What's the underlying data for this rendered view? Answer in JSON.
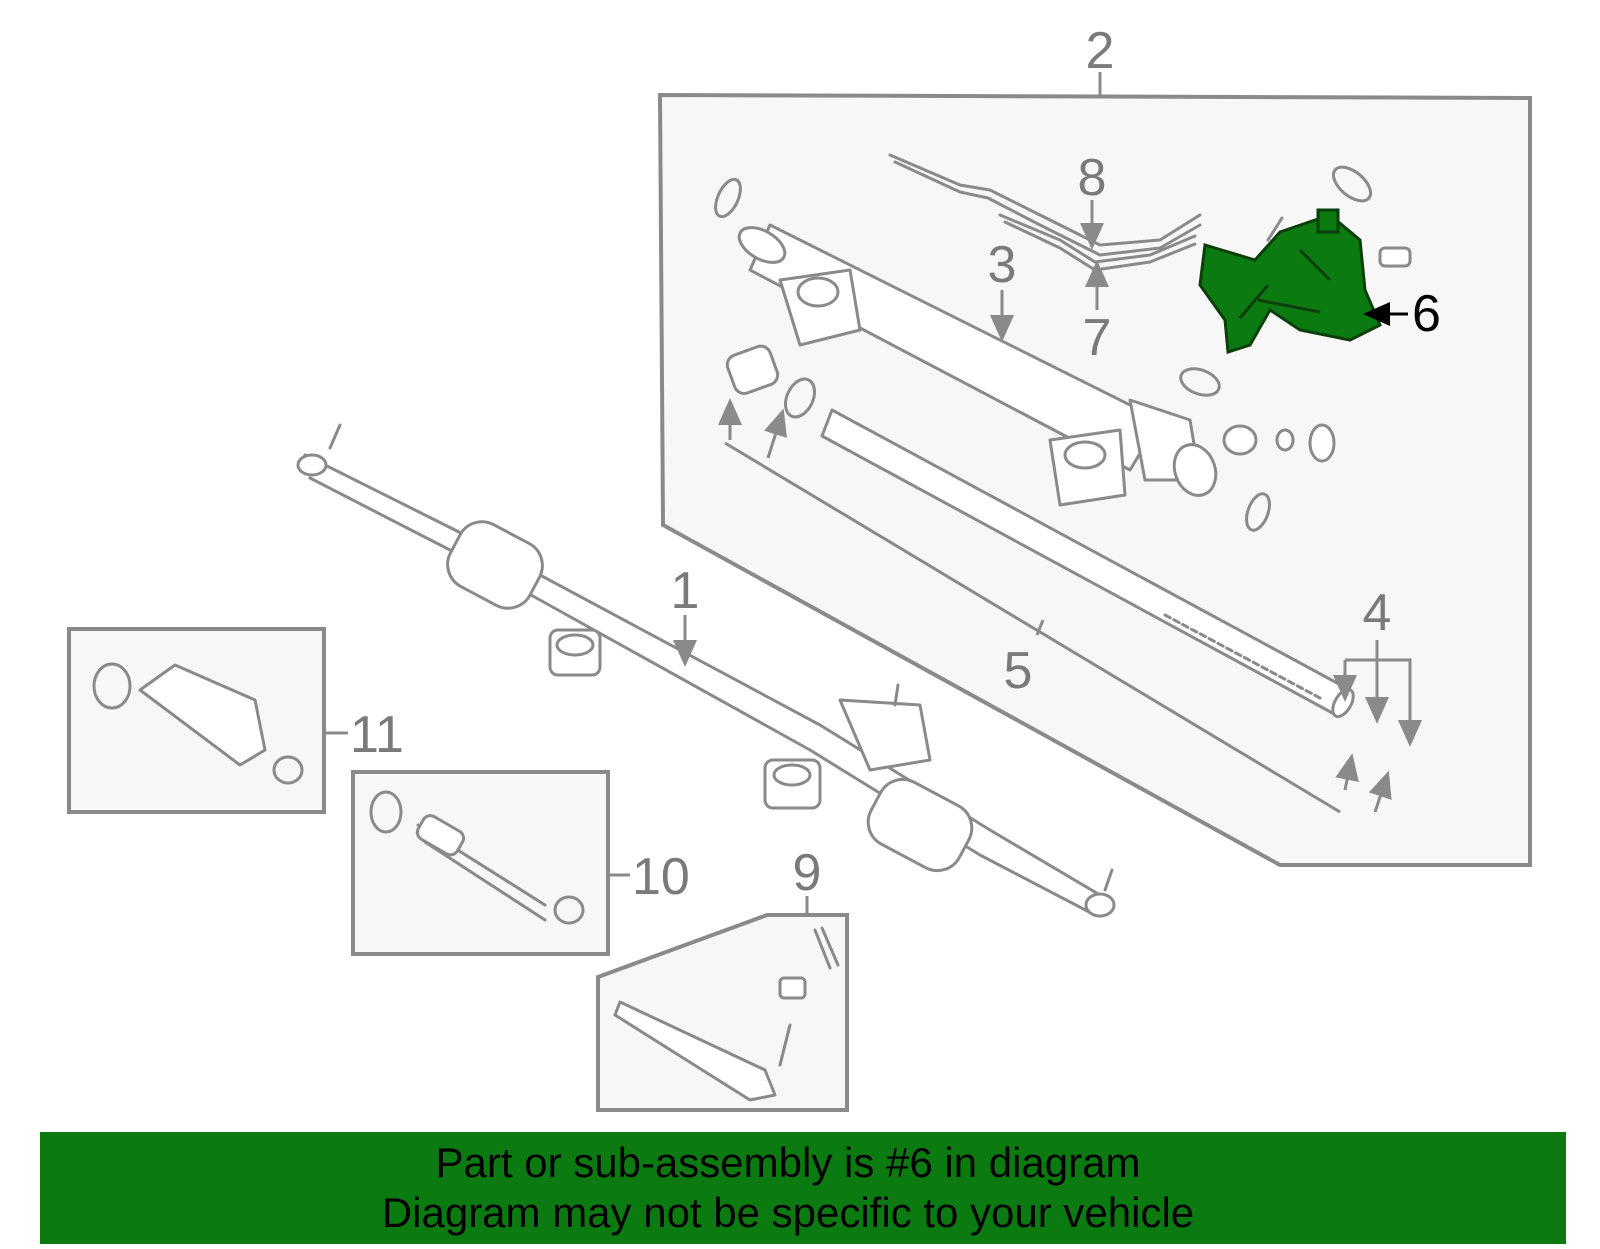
{
  "callouts": {
    "c1": "1",
    "c2": "2",
    "c3": "3",
    "c4": "4",
    "c5": "5",
    "c6": "6",
    "c7": "7",
    "c8": "8",
    "c9": "9",
    "c10": "10",
    "c11": "11"
  },
  "highlight_color": "#0b7a10",
  "banner": {
    "line1": "Part or sub-assembly is #6 in diagram",
    "line2": "Diagram may not be specific to your vehicle"
  }
}
